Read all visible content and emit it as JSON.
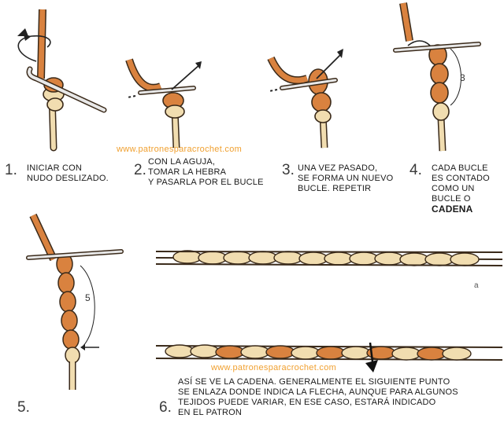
{
  "watermark": {
    "top": "www.patronesparacrochet.com",
    "bottom": "www.patronesparacrochet.com"
  },
  "steps": [
    {
      "number": "1.",
      "lines": [
        "INICIAR CON",
        "NUDO DESLIZADO."
      ]
    },
    {
      "number": "2.",
      "lines": [
        "CON LA AGUJA,",
        "TOMAR LA HEBRA",
        "Y PASARLA POR EL BUCLE"
      ]
    },
    {
      "number": "3.",
      "lines": [
        "UNA VEZ PASADO,",
        "SE FORMA UN NUEVO",
        "BUCLE. REPETIR"
      ]
    },
    {
      "number": "4.",
      "lines": [
        "CADA BUCLE",
        "ES CONTADO",
        "COMO UN",
        "BUCLE O"
      ],
      "emphasis": "CADENA"
    },
    {
      "number": "5.",
      "lines": []
    },
    {
      "number": "6.",
      "lines": [
        "ASÍ SE VE LA CADENA. GENERALMENTE EL SIGUIENTE PUNTO",
        "SE ENLAZA DONDE INDICA LA FLECHA, AUNQUE PARA ALGUNOS",
        "TEJIDOS PUEDE VARIAR, EN ESE CASO, ESTARÁ INDICADO",
        "EN EL PATRON"
      ]
    }
  ],
  "figure_labels": {
    "count_3": "3",
    "count_5": "5",
    "mark_a": "a"
  },
  "colors": {
    "yarn_orange": "#d9823f",
    "yarn_cream": "#f1ddb0",
    "outline": "#3a2a1a",
    "needle": "#e8e8e8",
    "watermark": "#f0a030"
  }
}
